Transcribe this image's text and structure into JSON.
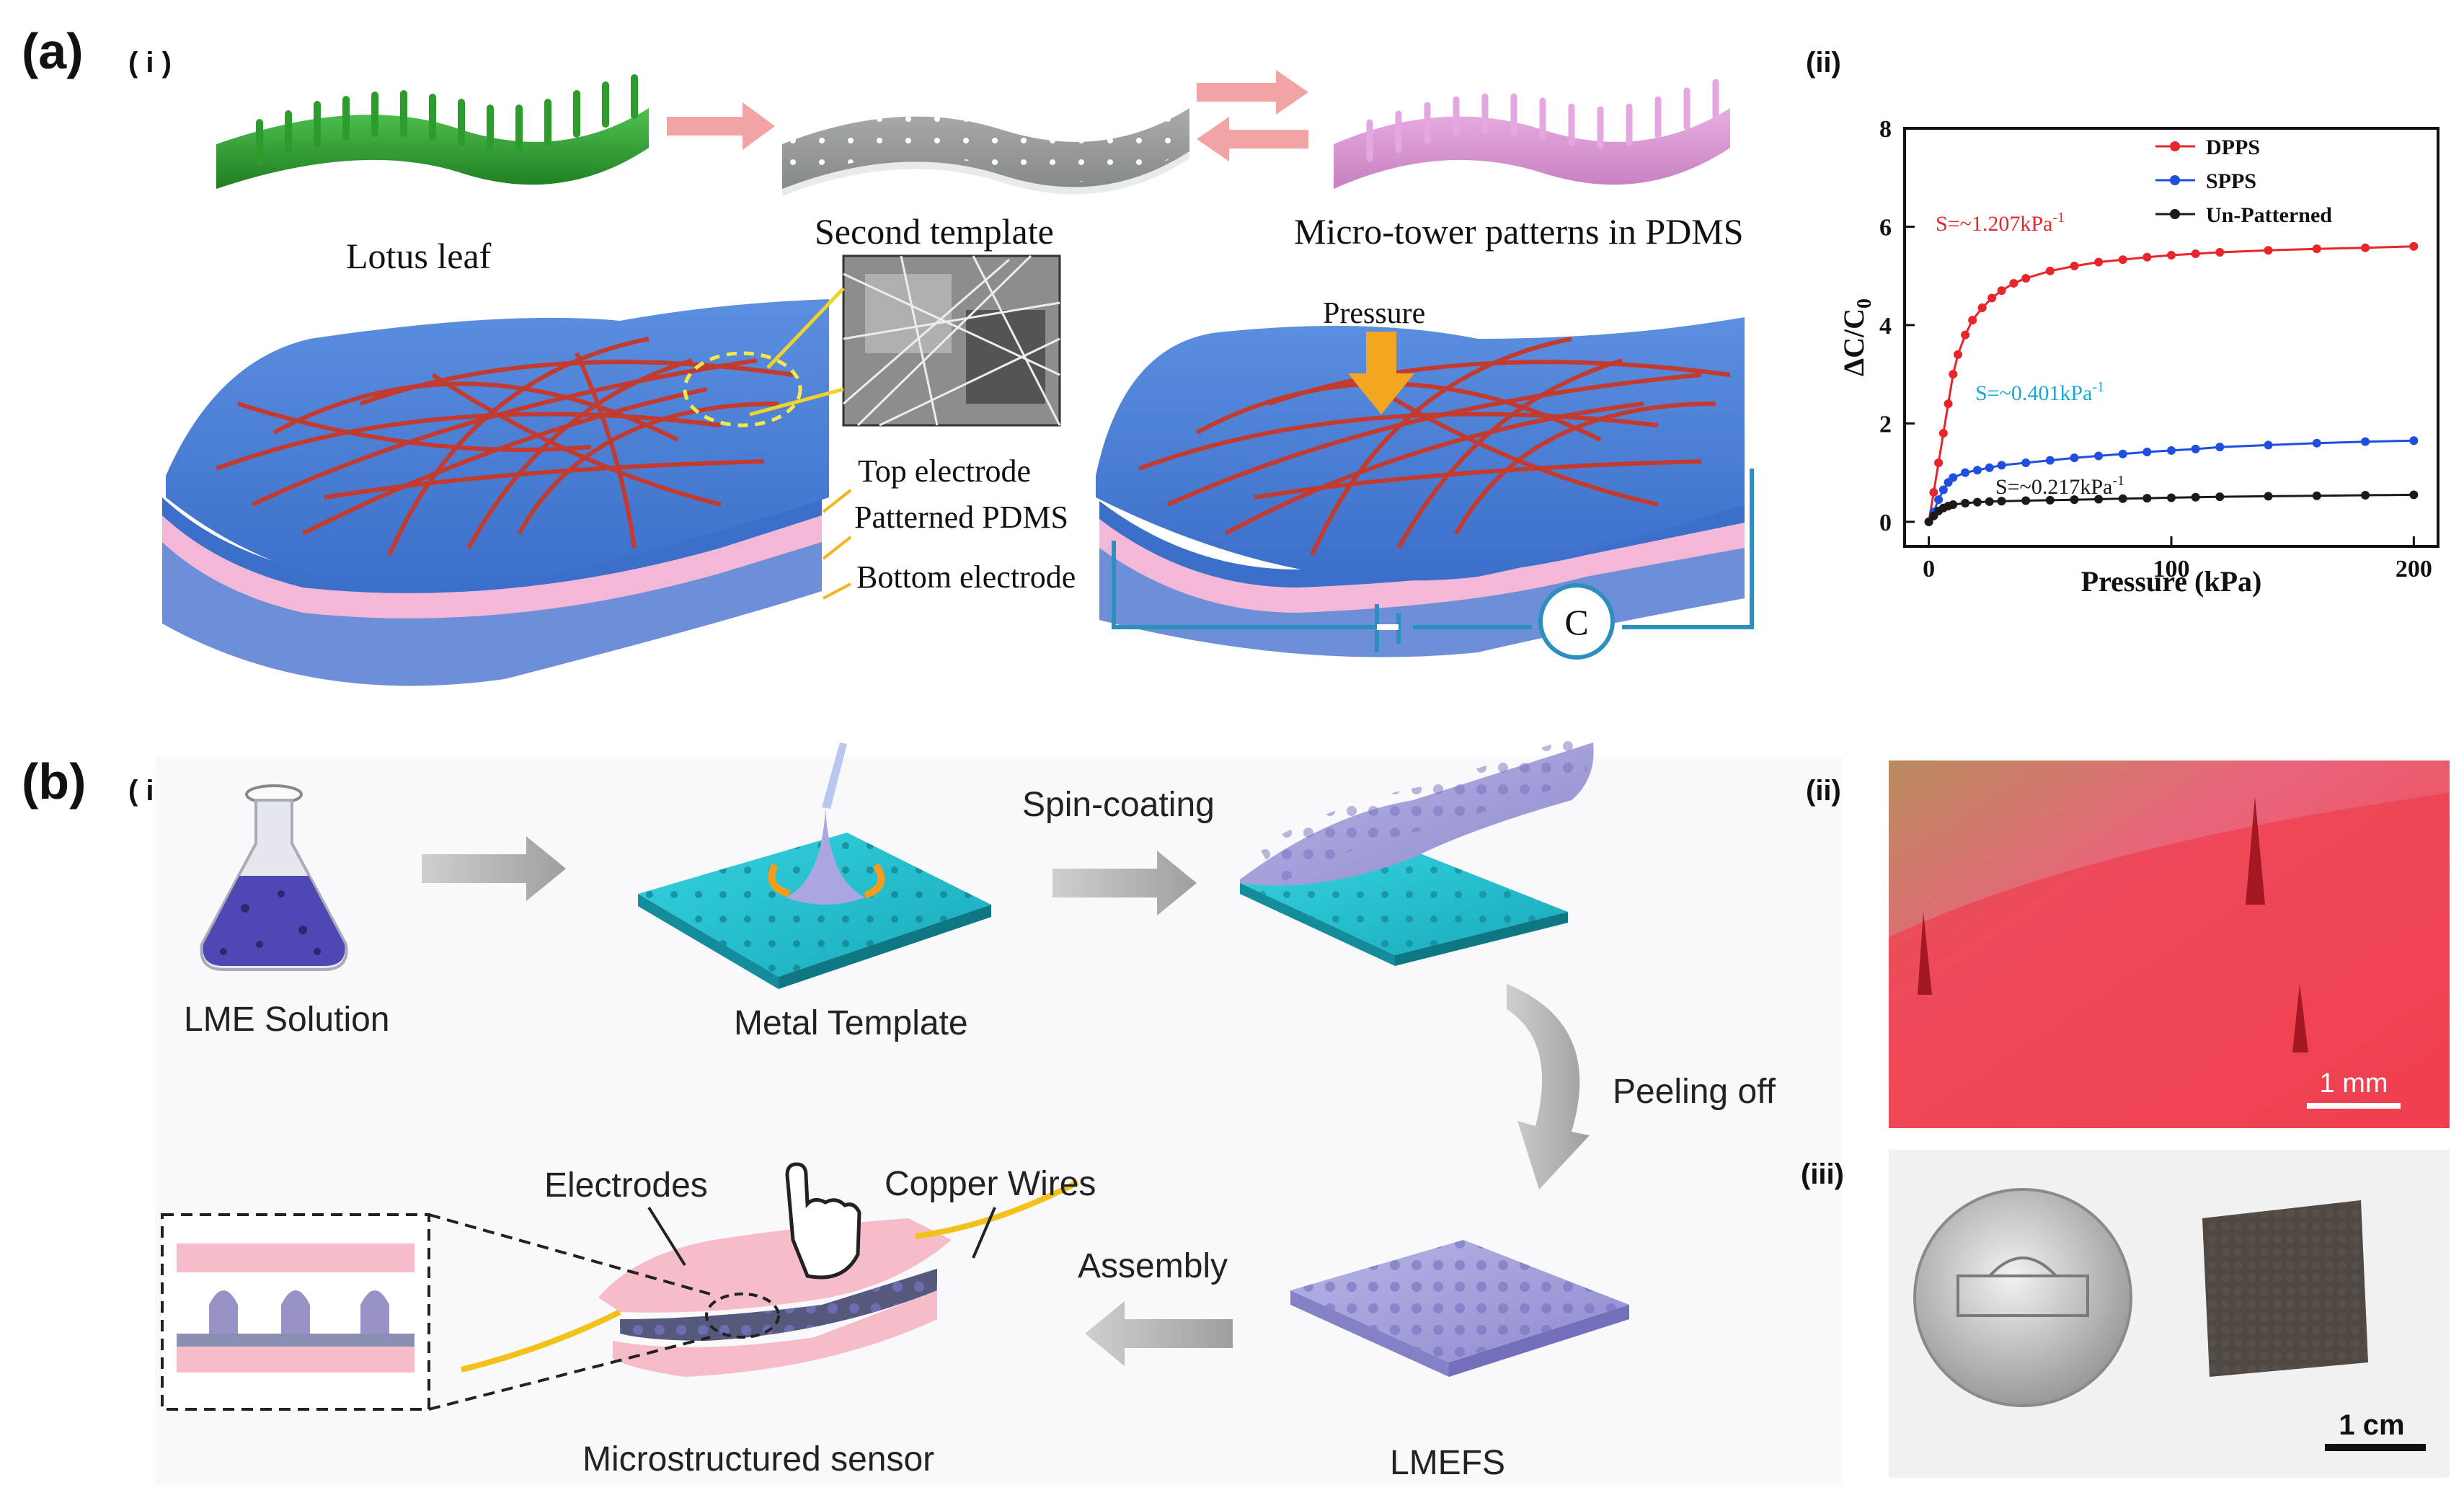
{
  "panel_a": {
    "label": "(a)",
    "sub_i": "( i )",
    "sub_ii": "(ii)",
    "lotus_leaf": "Lotus leaf",
    "second_template": "Second template",
    "micro_tower": "Micro-tower patterns in PDMS",
    "top_electrode": "Top electrode",
    "patterned_pdms": "Patterned PDMS",
    "bottom_electrode": "Bottom electrode",
    "pressure": "Pressure",
    "capacitor": "C"
  },
  "panel_b": {
    "label": "(b)",
    "sub_i": "( i )",
    "sub_ii": "(ii)",
    "sub_iii": "(iii)",
    "lme_solution": "LME Solution",
    "metal_template": "Metal Template",
    "spin_coating": "Spin-coating",
    "peeling_off": "Peeling off",
    "electrodes": "Electrodes",
    "copper_wires": "Copper Wires",
    "assembly": "Assembly",
    "microstructured_sensor": "Microstructured sensor",
    "lmefs": "LMEFS",
    "scale_1mm": "1 mm",
    "scale_1cm": "1 cm"
  },
  "chart_data": {
    "type": "line",
    "xlabel": "Pressure (kPa)",
    "ylabel": "ΔC/C0",
    "xlim": [
      -10,
      210
    ],
    "ylim": [
      -0.5,
      8
    ],
    "xticks": [
      0,
      100,
      200
    ],
    "yticks": [
      0,
      2,
      4,
      6,
      8
    ],
    "legend_position": "top-right",
    "series": [
      {
        "name": "DPPS",
        "color": "#e8252a",
        "annotation": "S=~1.207kPa-1",
        "x": [
          0,
          2,
          4,
          6,
          8,
          10,
          12,
          15,
          18,
          22,
          26,
          30,
          35,
          40,
          50,
          60,
          70,
          80,
          90,
          100,
          110,
          120,
          140,
          160,
          180,
          200
        ],
        "y": [
          0,
          0.6,
          1.2,
          1.8,
          2.4,
          3.0,
          3.4,
          3.8,
          4.1,
          4.35,
          4.55,
          4.7,
          4.85,
          4.95,
          5.1,
          5.2,
          5.28,
          5.33,
          5.38,
          5.42,
          5.45,
          5.48,
          5.52,
          5.55,
          5.57,
          5.6
        ]
      },
      {
        "name": "SPPS",
        "color": "#1f4fe0",
        "annotation": "S=~0.401kPa-1",
        "x": [
          0,
          2,
          4,
          6,
          8,
          10,
          15,
          20,
          25,
          30,
          40,
          50,
          60,
          70,
          80,
          90,
          100,
          110,
          120,
          140,
          160,
          180,
          200
        ],
        "y": [
          0,
          0.2,
          0.45,
          0.65,
          0.8,
          0.9,
          1.0,
          1.05,
          1.1,
          1.15,
          1.2,
          1.25,
          1.3,
          1.34,
          1.38,
          1.42,
          1.45,
          1.48,
          1.52,
          1.56,
          1.6,
          1.63,
          1.65
        ]
      },
      {
        "name": "Un-Patterned",
        "color": "#1a1a1a",
        "annotation": "S=~0.217kPa-1",
        "x": [
          0,
          2,
          4,
          6,
          8,
          10,
          15,
          20,
          25,
          30,
          40,
          50,
          60,
          70,
          80,
          90,
          100,
          110,
          120,
          140,
          160,
          180,
          200
        ],
        "y": [
          0,
          0.12,
          0.22,
          0.28,
          0.32,
          0.35,
          0.38,
          0.4,
          0.41,
          0.42,
          0.43,
          0.44,
          0.45,
          0.46,
          0.47,
          0.48,
          0.49,
          0.5,
          0.51,
          0.52,
          0.53,
          0.54,
          0.55
        ]
      }
    ]
  }
}
